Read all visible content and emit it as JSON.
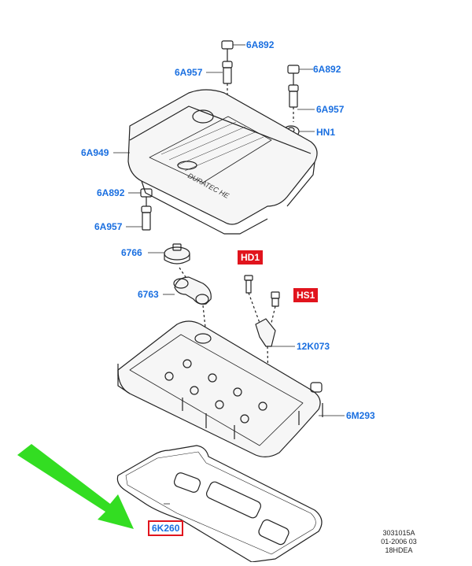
{
  "labels": {
    "l_6a892_a": "6A892",
    "l_6a957_a": "6A957",
    "l_6a892_b": "6A892",
    "l_6a957_b": "6A957",
    "l_hn1": "HN1",
    "l_6a949": "6A949",
    "l_6a892_c": "6A892",
    "l_6a957_c": "6A957",
    "l_6766": "6766",
    "l_hd1": "HD1",
    "l_hs1": "HS1",
    "l_6763": "6763",
    "l_12k073": "12K073",
    "l_6m293": "6M293",
    "l_6k260": "6K260"
  },
  "cover_text": "DURATEC HE",
  "ref": {
    "line1": "3031015A",
    "line2": "01-2006 03",
    "line3": "18HDEA"
  },
  "colors": {
    "label_blue": "#1a6fe0",
    "highlight_red": "#e1141d",
    "arrow_green": "#33dd22"
  }
}
